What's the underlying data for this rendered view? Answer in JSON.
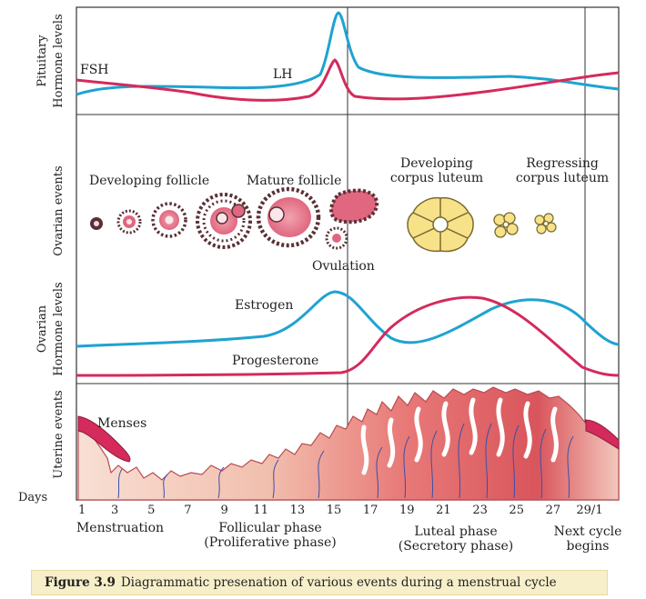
{
  "side_labels": {
    "pituitary_line1": "Pituitary",
    "pituitary_line2": "Hormone levels",
    "ovarian_events": "Ovarian events",
    "ovarian_hormone_line1": "Ovarian",
    "ovarian_hormone_line2": "Hormone levels",
    "uterine_events": "Uterine events"
  },
  "pituitary": {
    "fsh": "FSH",
    "lh": "LH"
  },
  "ovarian": {
    "developing_follicle": "Developing follicle",
    "mature_follicle": "Mature follicle",
    "developing_cl_line1": "Developing",
    "developing_cl_line2": "corpus luteum",
    "regressing_cl_line1": "Regressing",
    "regressing_cl_line2": "corpus luteum",
    "ovulation": "Ovulation"
  },
  "ovarian_hormones": {
    "estrogen": "Estrogen",
    "progesterone": "Progesterone"
  },
  "uterine": {
    "menses": "Menses"
  },
  "days": {
    "label": "Days",
    "ticks": [
      "1",
      "3",
      "5",
      "7",
      "9",
      "11",
      "13",
      "15",
      "17",
      "19",
      "21",
      "23",
      "25",
      "27",
      "29/1"
    ]
  },
  "phases": {
    "menstruation": "Menstruation",
    "follicular_line1": "Follicular phase",
    "follicular_line2": "(Proliferative phase)",
    "luteal_line1": "Luteal phase",
    "luteal_line2": "(Secretory phase)",
    "next_line1": "Next cycle",
    "next_line2": "begins"
  },
  "caption": {
    "figure": "Figure 3.9",
    "text": "Diagrammatic presenation of various events during a menstrual cycle"
  },
  "colors": {
    "blue": "#1fa3d1",
    "red": "#d42a5c",
    "follicle_dot": "#5a3036",
    "yellow": "#f7e28a",
    "tissue_light": "#f6d0c4",
    "tissue_dark": "#d9555c"
  }
}
